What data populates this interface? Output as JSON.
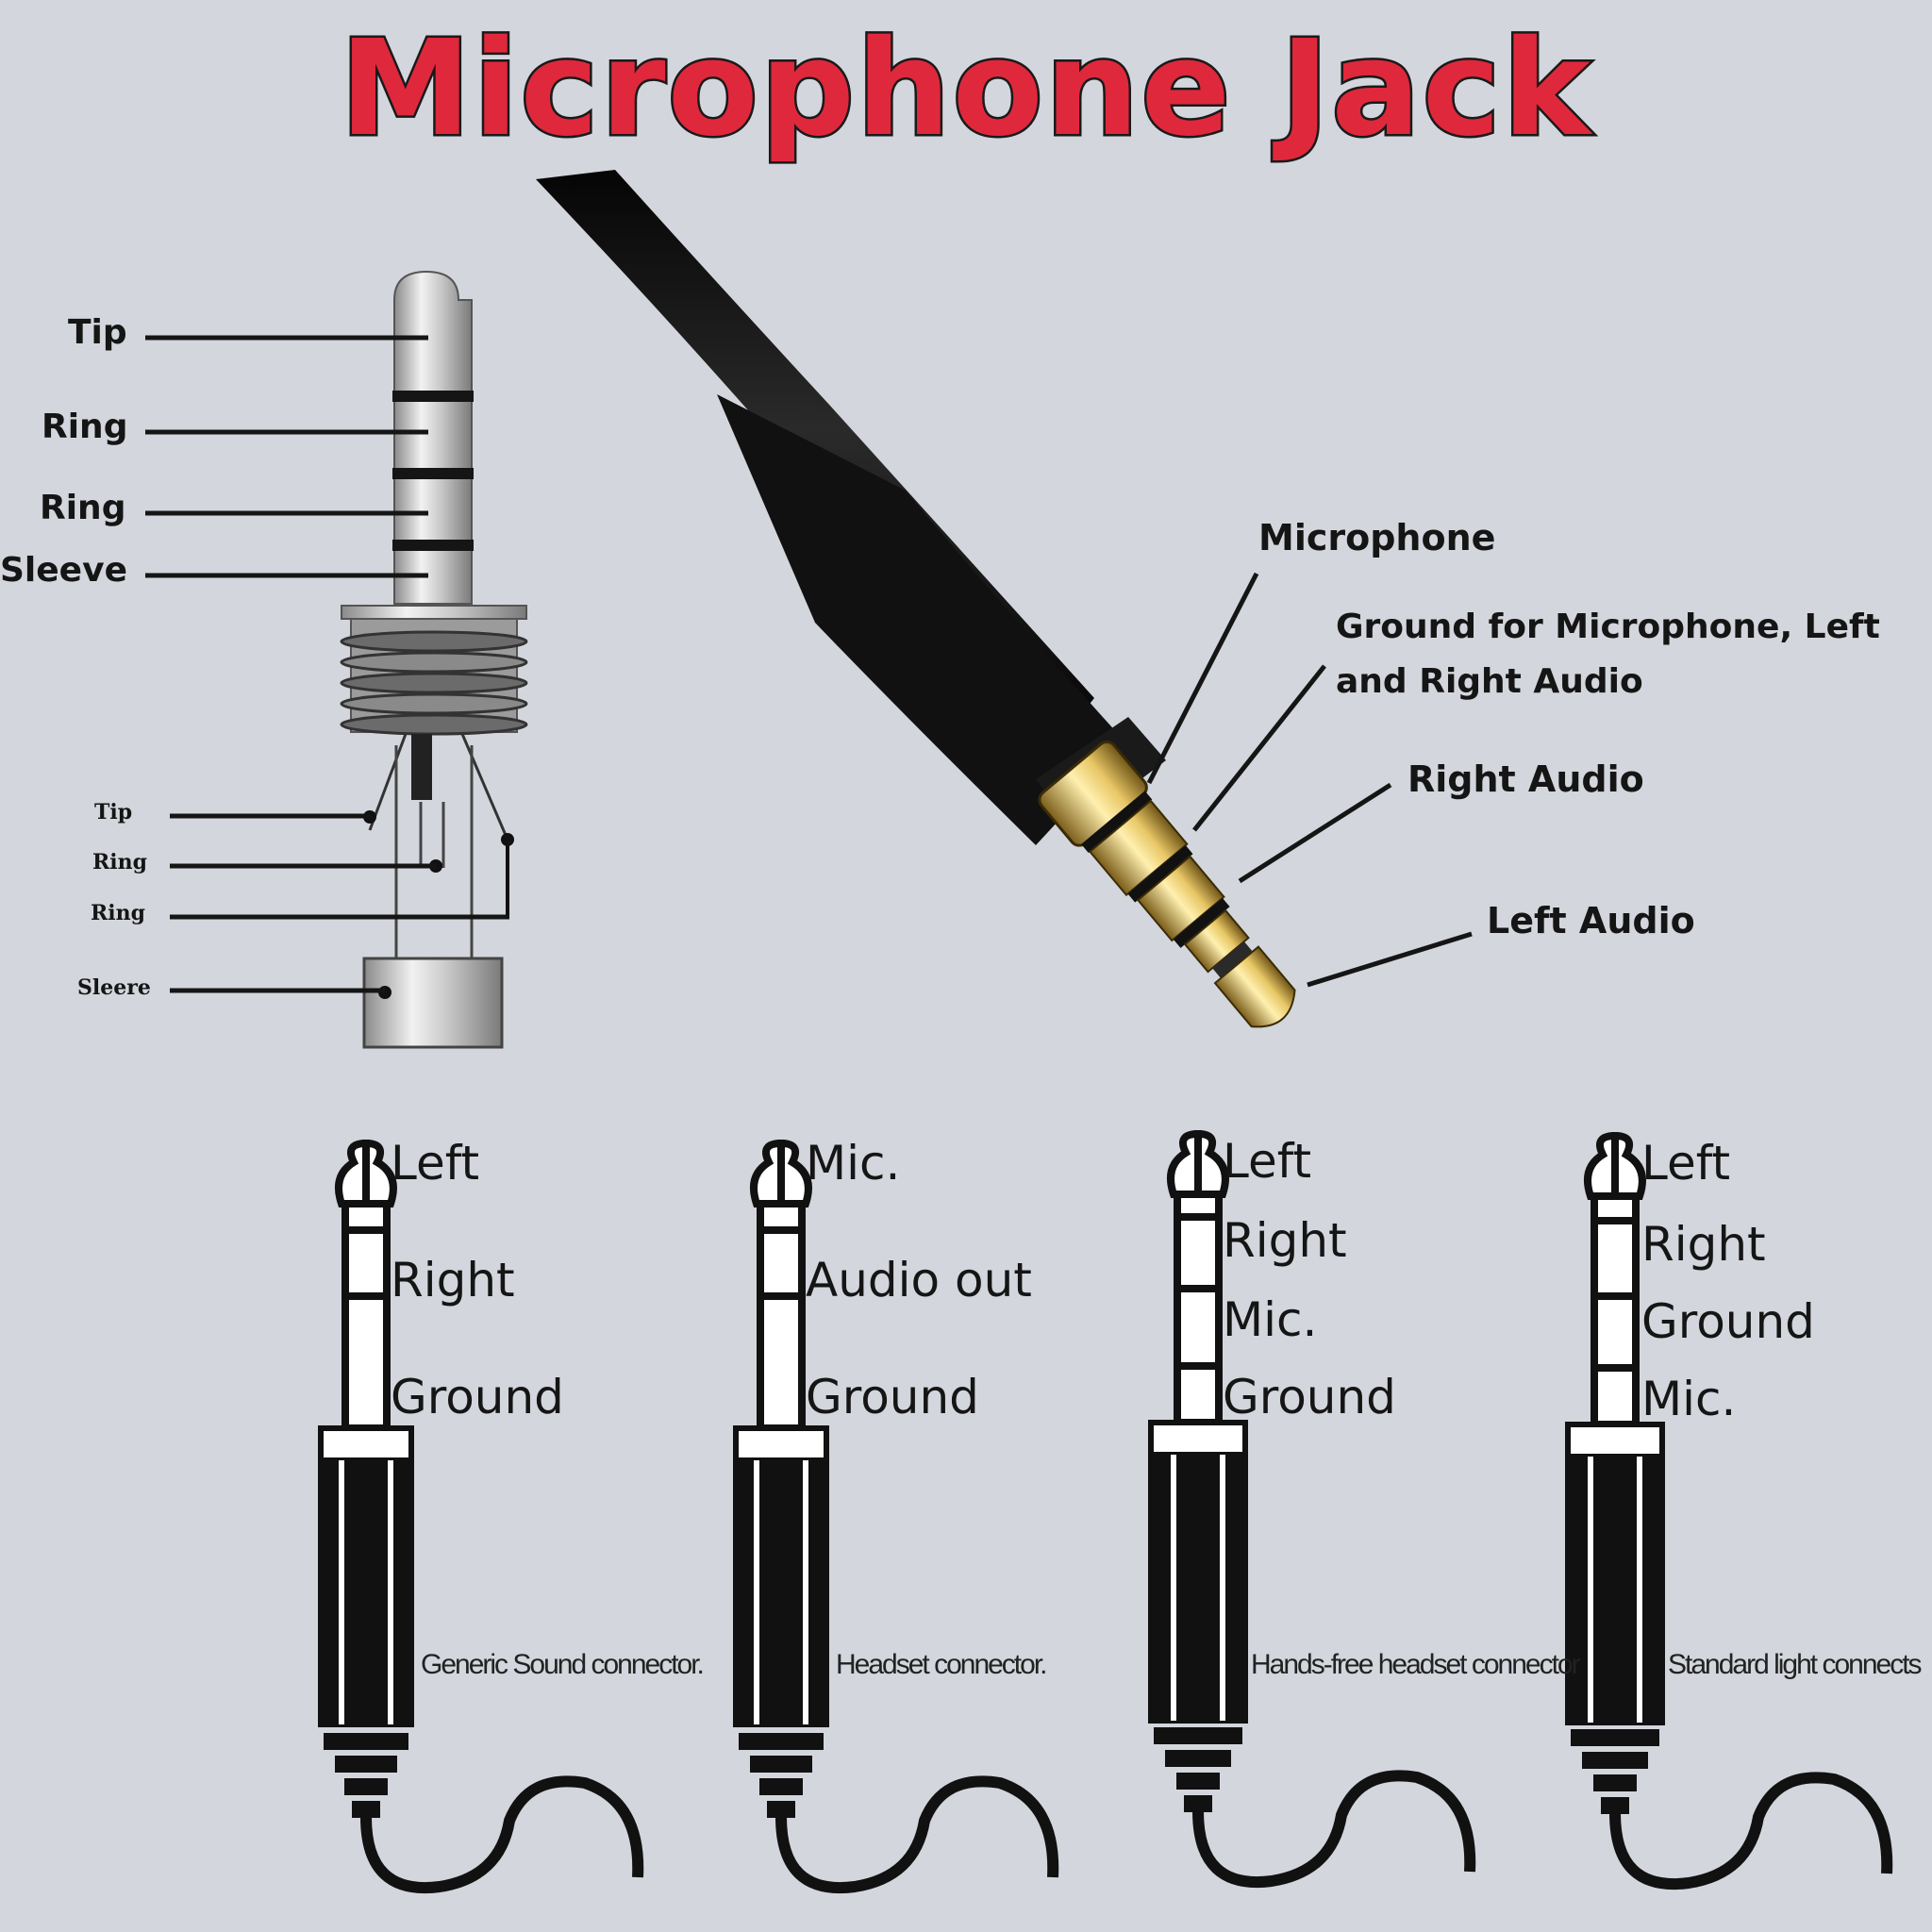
{
  "title": "Microphone Jack",
  "trrs_labels": [
    "Tip",
    "Ring",
    "Ring",
    "Sleeve"
  ],
  "socket_labels": [
    "Tip",
    "Ring",
    "Ring",
    "Sleere"
  ],
  "plug_labels": {
    "microphone": "Microphone",
    "ground": "Ground for Microphone, Left and Right Audio",
    "right_audio": "Right Audio",
    "left_audio": "Left Audio"
  },
  "connectors": [
    {
      "labels": [
        "Left",
        "Right",
        "Ground"
      ],
      "caption": "Generic Sound connector."
    },
    {
      "labels": [
        "Mic.",
        "Audio out",
        "Ground"
      ],
      "caption": "Headset connector."
    },
    {
      "labels": [
        "Left",
        "Right",
        "Mic.",
        "Ground"
      ],
      "caption": "Hands-free headset connector"
    },
    {
      "labels": [
        "Left",
        "Right",
        "Ground",
        "Mic."
      ],
      "caption": "Standard light connects"
    }
  ],
  "colors": {
    "background": "#d3d6dc",
    "title_fill": "#e0283c",
    "gold": "#c9a23b",
    "cable": "#141414"
  }
}
